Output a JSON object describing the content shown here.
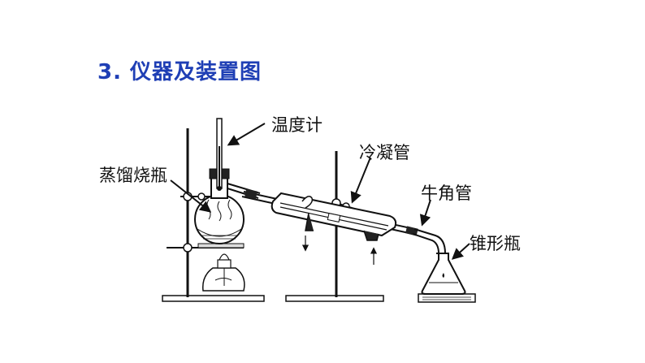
{
  "heading": "3.  仪器及装置图",
  "labels": {
    "thermometer": "温度计",
    "distilling_flask": "蒸馏烧瓶",
    "condenser": "冷凝管",
    "adapter": "牛角管",
    "conical_flask": "锥形瓶"
  }
}
